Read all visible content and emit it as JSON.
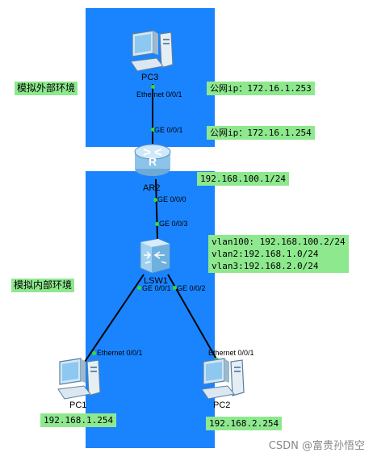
{
  "zones": {
    "outer_label": "模拟外部环境",
    "inner_label": "模拟内部环境"
  },
  "devices": {
    "pc3": "PC3",
    "router": "AR2",
    "switch": "LSW1",
    "pc1": "PC1",
    "pc2": "PC2"
  },
  "ports": {
    "pc3_eth": "Ethernet 0/0/1",
    "ar2_ge001": "GE 0/0/1",
    "ar2_ge000": "GE 0/0/0",
    "lsw1_ge003": "GE 0/0/3",
    "lsw1_ge001": "GE 0/0/1",
    "lsw1_ge002": "GE 0/0/2",
    "pc1_eth": "Ethernet 0/0/1",
    "pc2_eth": "Ethernet 0/0/1"
  },
  "addresses": {
    "pc3_ip": "公网ip：172.16.1.253",
    "ar2_public_ip": "公网ip：172.16.1.254",
    "ar2_inside_ip": "192.168.100.1/24",
    "lsw1_vlans": "vlan100: 192.168.100.2/24\nvlan2:192.168.1.0/24\nvlan3:192.168.2.0/24",
    "pc1_ip": "192.168.1.254",
    "pc2_ip": "192.168.2.254"
  },
  "colors": {
    "zone": "#1a84ff",
    "label_bg": "#8ee88e",
    "port_dot": "#33dd33"
  },
  "watermark": "CSDN @富贵孙悟空"
}
